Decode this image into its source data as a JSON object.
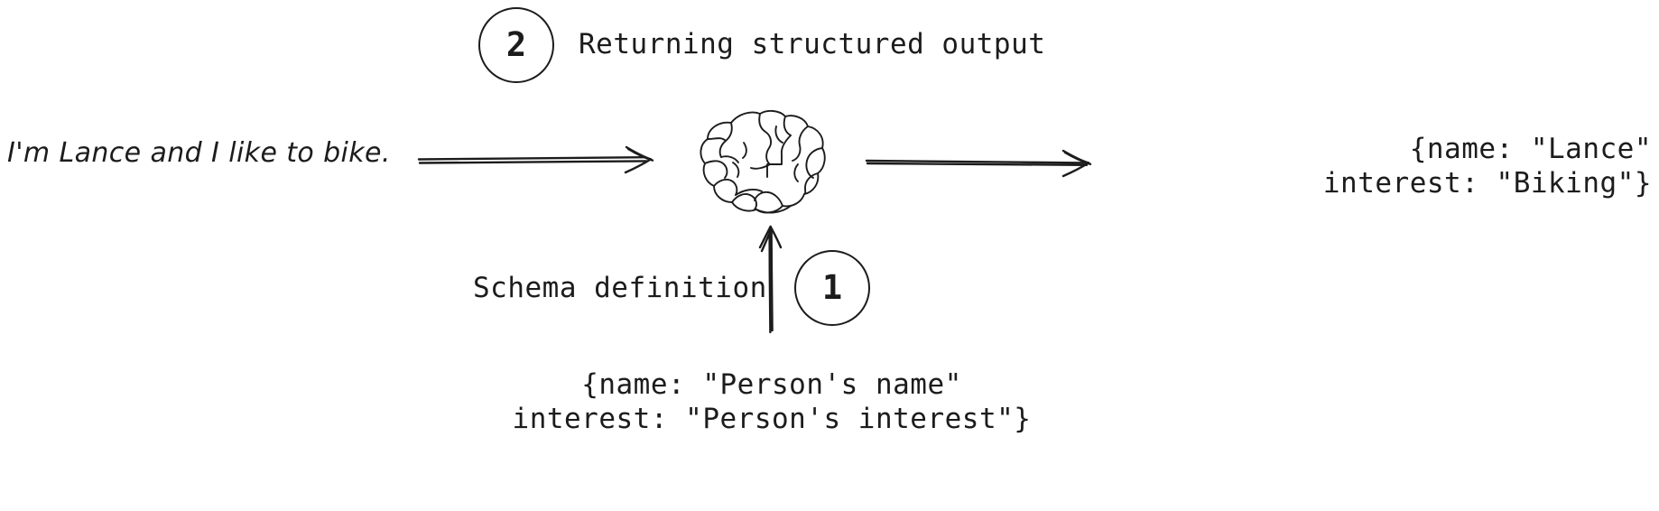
{
  "diagram": {
    "title_semantic": "structured-output-flow-diagram",
    "background_color": "#ffffff",
    "ink_color": "#1c1c1c",
    "steps": [
      {
        "number": "1",
        "label": "Schema definition"
      },
      {
        "number": "2",
        "label": "Returning structured output"
      }
    ],
    "nodes": {
      "user_utterance": "I'm Lance and I like to bike.",
      "model_icon": "brain-icon",
      "structured_output": {
        "line1": "{name: \"Lance\"",
        "line2": "interest: \"Biking\"}"
      },
      "schema": {
        "line1": "{name: \"Person's name\"",
        "line2": "interest: \"Person's interest\"}"
      }
    },
    "edges": [
      {
        "name": "input-arrow",
        "direction": "right",
        "from": "user-utterance",
        "to": "brain-icon"
      },
      {
        "name": "output-arrow",
        "direction": "right",
        "from": "brain-icon",
        "to": "structured-output"
      },
      {
        "name": "schema-arrow",
        "direction": "up",
        "from": "schema-text",
        "to": "brain-icon"
      }
    ]
  }
}
